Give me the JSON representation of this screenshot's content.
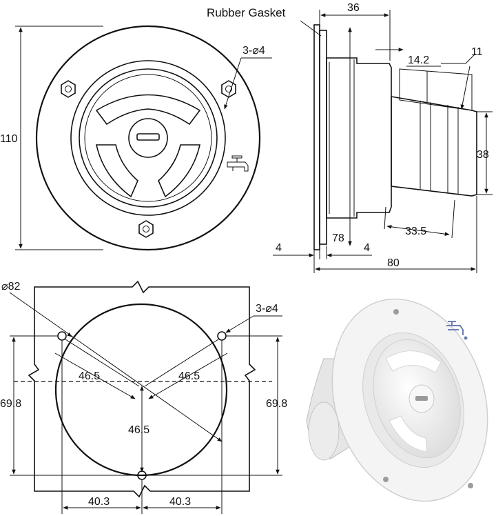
{
  "labels": {
    "gasket": "Rubber Gasket"
  },
  "dimensions": {
    "front_height": "110",
    "front_holes": "3-⌀4",
    "side_width_top": "36",
    "side_14_2": "14.2",
    "side_11": "11",
    "side_38": "38",
    "side_33_5": "33.5",
    "side_78": "78",
    "side_4_left": "4",
    "side_4_right": "4",
    "side_80": "80",
    "cut_diameter": "⌀82",
    "cut_holes": "3-⌀4",
    "cut_46_5_left": "46.5",
    "cut_46_5_right": "46.5",
    "cut_46_5_center": "46.5",
    "cut_69_8_left": "69.8",
    "cut_69_8_right": "69.8",
    "cut_40_3_left": "40.3",
    "cut_40_3_right": "40.3"
  },
  "colors": {
    "line": "#111111",
    "photo_body": "#f2f2f2",
    "faucet_icon": "#6a7fb3"
  },
  "icons": {
    "faucet": "faucet-icon",
    "key_slot": "key-slot-icon"
  }
}
